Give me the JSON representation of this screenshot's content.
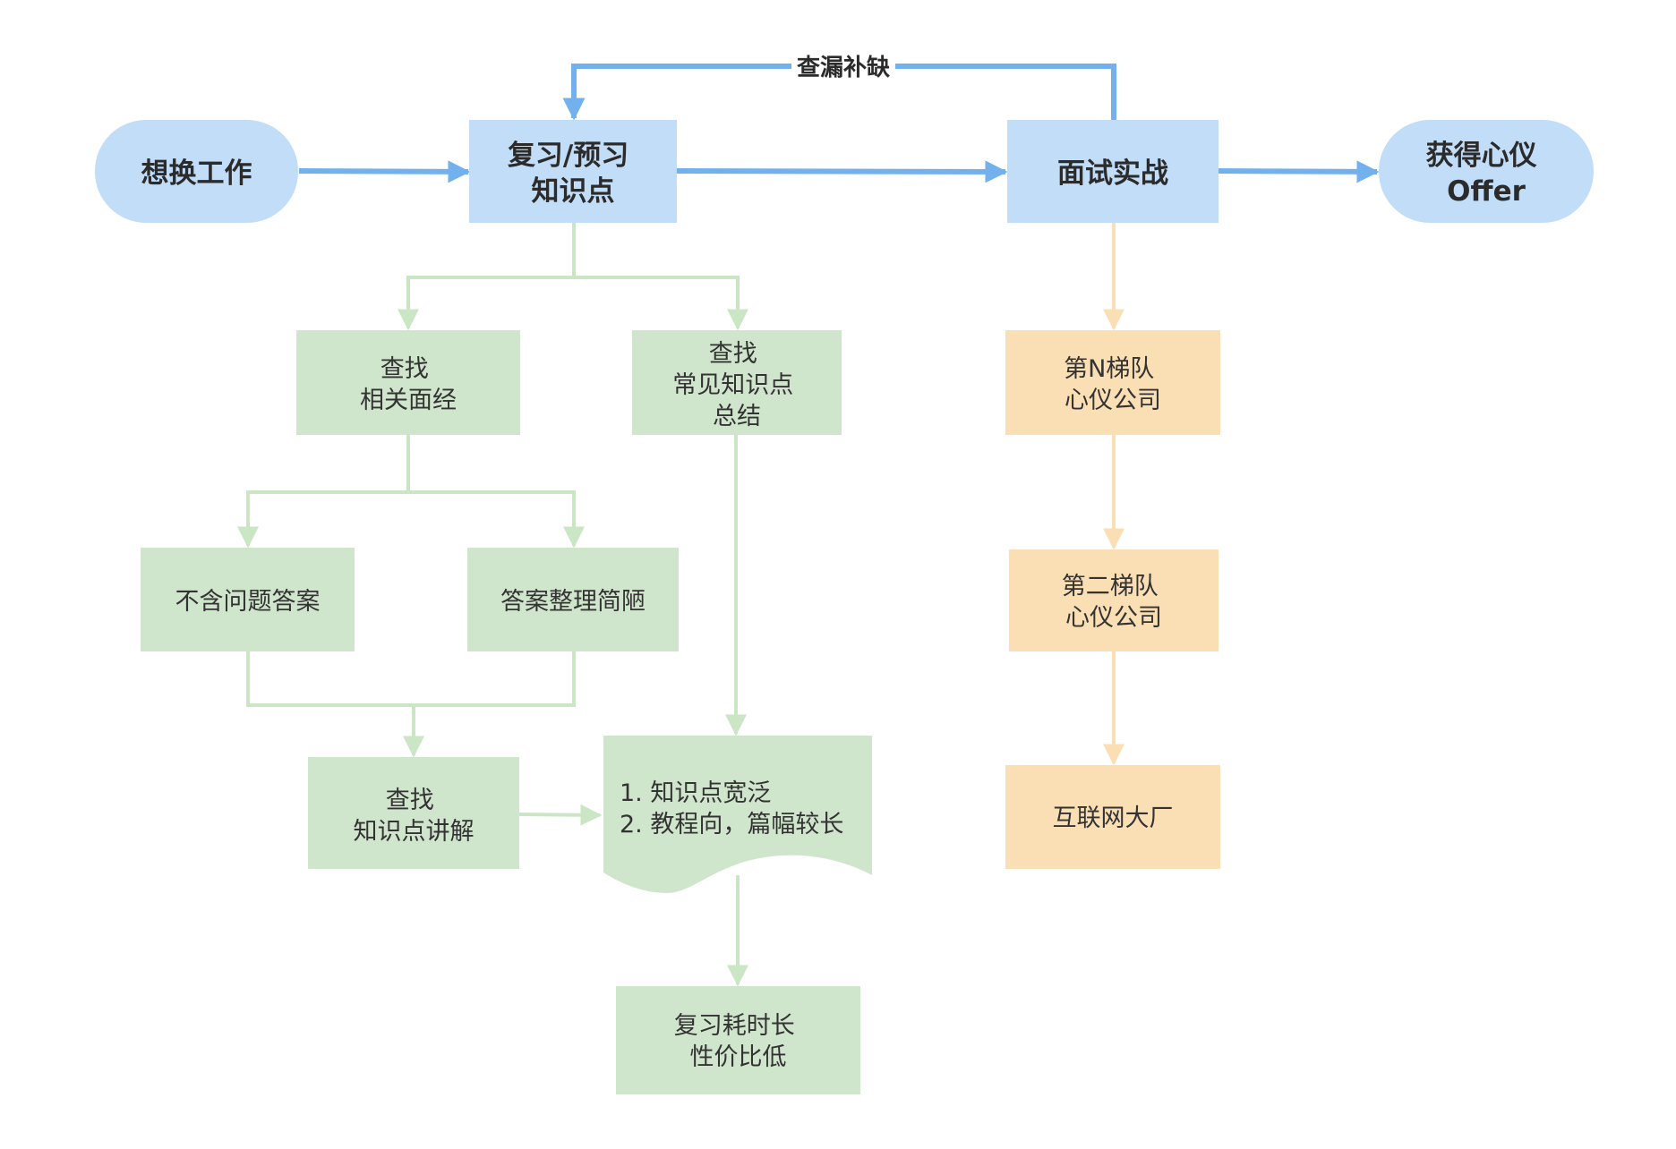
{
  "colors": {
    "blue_fill": "#c2ddf7",
    "blue_line": "#72b1ee",
    "green_fill": "#d0e6cc",
    "green_line": "#cbe6c5",
    "orange_fill": "#fbdfb4",
    "orange_line": "#fbdfb4",
    "text": "#333333"
  },
  "nodes": {
    "start": [
      "想换工作"
    ],
    "review": [
      "复习/预习",
      "知识点"
    ],
    "interview": [
      "面试实战"
    ],
    "offer": [
      "获得心仪",
      "Offer"
    ],
    "find_experience": [
      "查找",
      "相关面经"
    ],
    "find_summary": [
      "查找",
      "常见知识点",
      "总结"
    ],
    "no_answers": [
      "不含问题答案"
    ],
    "answers_simple": [
      "答案整理简陋"
    ],
    "find_explain": [
      "查找",
      "知识点讲解"
    ],
    "doc_note": [
      "1. 知识点宽泛",
      "2. 教程向，篇幅较长"
    ],
    "result": [
      "复习耗时长",
      "性价比低"
    ],
    "tier_n": [
      "第N梯队",
      "心仪公司"
    ],
    "tier_2": [
      "第二梯队",
      "心仪公司"
    ],
    "big_tech": [
      "互联网大厂"
    ]
  },
  "edge_labels": {
    "feedback": "查漏补缺"
  }
}
